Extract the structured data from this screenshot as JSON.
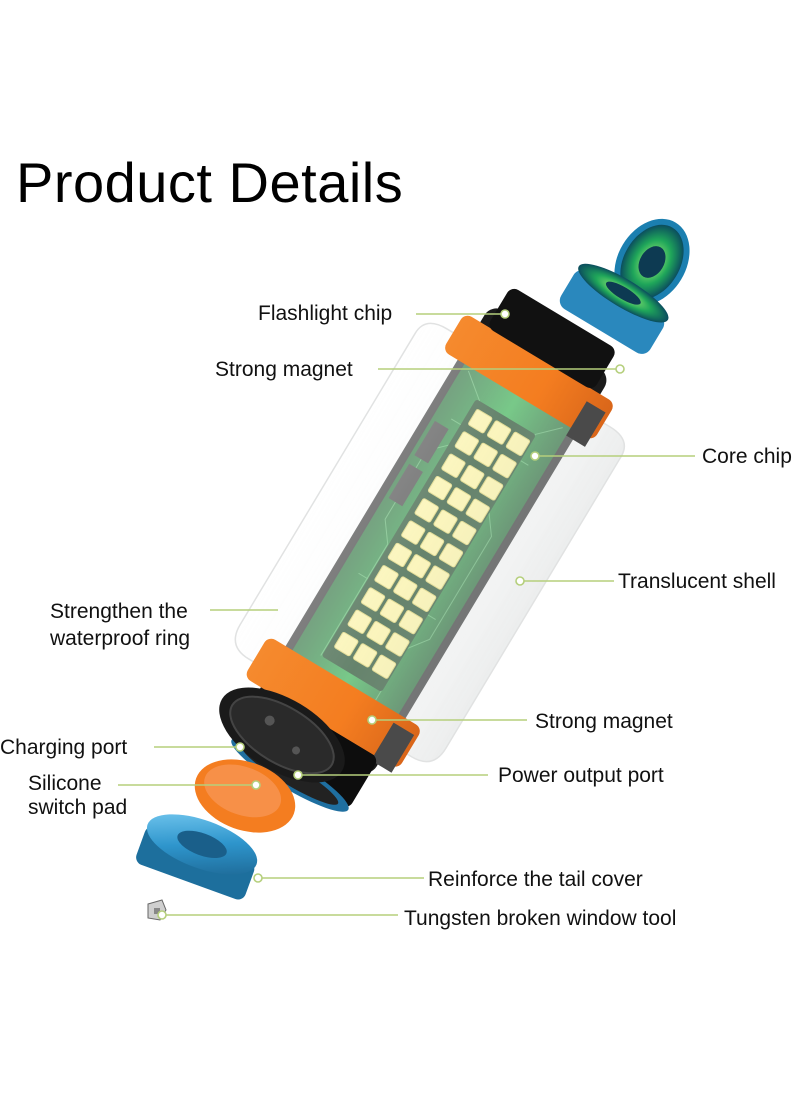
{
  "title": "Product Details",
  "colors": {
    "leader_line": "#b5cf7c",
    "orange_ring": "#f47d20",
    "blue_cap": "#2e95cc",
    "pcb_green": "#1f9a3a",
    "led_yellow": "#fff59a"
  },
  "callouts": {
    "flashlight_chip": "Flashlight chip",
    "strong_magnet_top": "Strong magnet",
    "core_chip": "Core chip",
    "translucent_shell": "Translucent shell",
    "strengthen_ring_line1": "Strengthen the",
    "strengthen_ring_line2": "waterproof ring",
    "strong_magnet_bottom": "Strong magnet",
    "charging_port": "Charging port",
    "silicone_line1": "Silicone",
    "silicone_line2": "switch pad",
    "power_output_port": "Power output port",
    "tail_cover": "Reinforce the tail cover",
    "window_tool": "Tungsten broken window tool"
  }
}
